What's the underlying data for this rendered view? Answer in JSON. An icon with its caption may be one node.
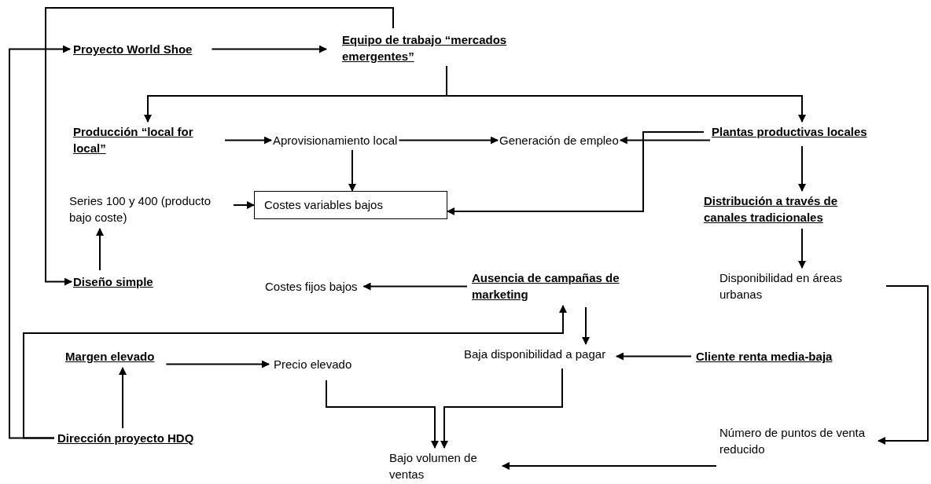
{
  "diagram": {
    "nodes": [
      {
        "text": [
          "Proyecto World Shoe"
        ]
      },
      {
        "text": [
          "Equipo de trabajo “mercados emergentes”"
        ]
      },
      {
        "text": [
          "Producción “local for local”"
        ]
      },
      {
        "text": [
          "Aprovisionamiento local"
        ]
      },
      {
        "text": [
          "Generación de empleo"
        ]
      },
      {
        "text": [
          "Plantas productivas locales"
        ]
      },
      {
        "text": [
          "Series 100 y 400 (producto bajo coste)"
        ]
      },
      {
        "text": [
          "Costes variables bajos"
        ]
      },
      {
        "text": [
          "Distribución a través de canales tradicionales"
        ]
      },
      {
        "text": [
          "Diseño simple"
        ]
      },
      {
        "text": [
          "Costes fijos bajos"
        ]
      },
      {
        "text": [
          "Ausencia de campañas de marketing"
        ]
      },
      {
        "text": [
          "Disponibilidad en áreas urbanas"
        ]
      },
      {
        "text": [
          "Margen elevado"
        ]
      },
      {
        "text": [
          "Precio elevado"
        ]
      },
      {
        "text": [
          "Baja disponibilidad a pagar"
        ]
      },
      {
        "text": [
          "Cliente renta media-baja"
        ]
      },
      {
        "text": [
          "Dirección proyecto HDQ"
        ]
      },
      {
        "text": [
          "Número de puntos de venta reducido"
        ]
      },
      {
        "text": [
          "Bajo volumen de ventas"
        ]
      }
    ],
    "edges": [
      {
        "from": 0,
        "to": 1,
        "arrow": "to"
      },
      {
        "from": 1,
        "to": 2,
        "arrow": "to"
      },
      {
        "from": 1,
        "to": 5,
        "arrow": "to"
      },
      {
        "from": 2,
        "to": 3,
        "arrow": "to"
      },
      {
        "from": 3,
        "to": 4,
        "arrow": "to"
      },
      {
        "from": 5,
        "to": 4,
        "arrow": "to"
      },
      {
        "from": 3,
        "to": 7,
        "arrow": "to"
      },
      {
        "from": 6,
        "to": 7,
        "arrow": "to"
      },
      {
        "from": 5,
        "to": 7,
        "arrow": "to"
      },
      {
        "from": 5,
        "to": 8,
        "arrow": "to"
      },
      {
        "from": 8,
        "to": 12,
        "arrow": "to"
      },
      {
        "from": 9,
        "to": 6,
        "arrow": "to"
      },
      {
        "from": 11,
        "to": 10,
        "arrow": "to"
      },
      {
        "from": 11,
        "to": 15,
        "arrow": "to"
      },
      {
        "from": 16,
        "to": 15,
        "arrow": "to"
      },
      {
        "from": 12,
        "to": 18,
        "arrow": "to"
      },
      {
        "from": 1,
        "to": 9,
        "arrow": "to"
      },
      {
        "from": 17,
        "to": 0,
        "arrow": "to"
      },
      {
        "from": 17,
        "to": 11,
        "arrow": "to"
      },
      {
        "from": 17,
        "to": 13,
        "arrow": "to"
      },
      {
        "from": 13,
        "to": 14,
        "arrow": "to"
      },
      {
        "from": 14,
        "to": 19,
        "arrow": "to"
      },
      {
        "from": 15,
        "to": 19,
        "arrow": "to"
      },
      {
        "from": 18,
        "to": 19,
        "arrow": "to"
      }
    ]
  }
}
